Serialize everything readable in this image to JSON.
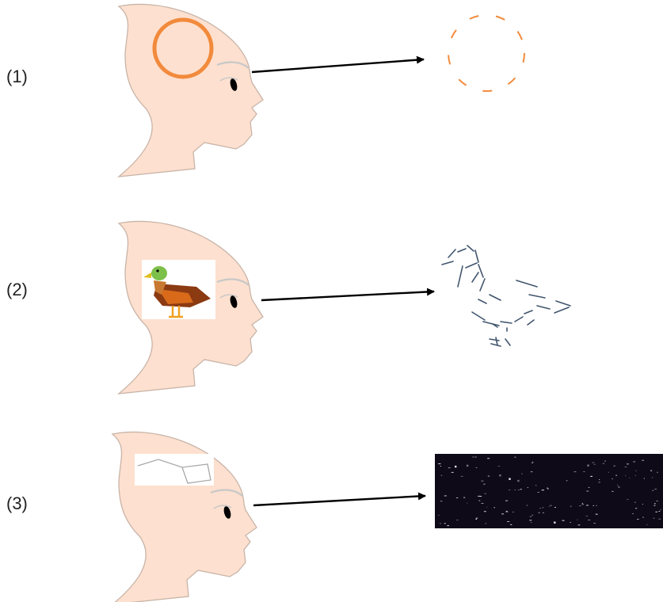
{
  "panels": [
    {
      "label": "(1)",
      "thought": "circle",
      "perceived": "dashed-circle"
    },
    {
      "label": "(2)",
      "thought": "duck",
      "perceived": "fragmented-duck-outline"
    },
    {
      "label": "(3)",
      "thought": "constellation-outline",
      "perceived": "starfield"
    }
  ],
  "colors": {
    "skin": "#fde0cf",
    "skin_outline": "#c8b4a8",
    "brow": "#c8c8c8",
    "eye": "#000000",
    "arrow": "#000000",
    "orange": "#f28a3c",
    "fragment_lines": "#41556e",
    "night_sky": "#0e0a18",
    "star": "#ffffff",
    "duck_head": "#7cc04a",
    "duck_body": "#8b3a12",
    "duck_wing": "#d86a1a",
    "duck_leg": "#f0a020"
  }
}
